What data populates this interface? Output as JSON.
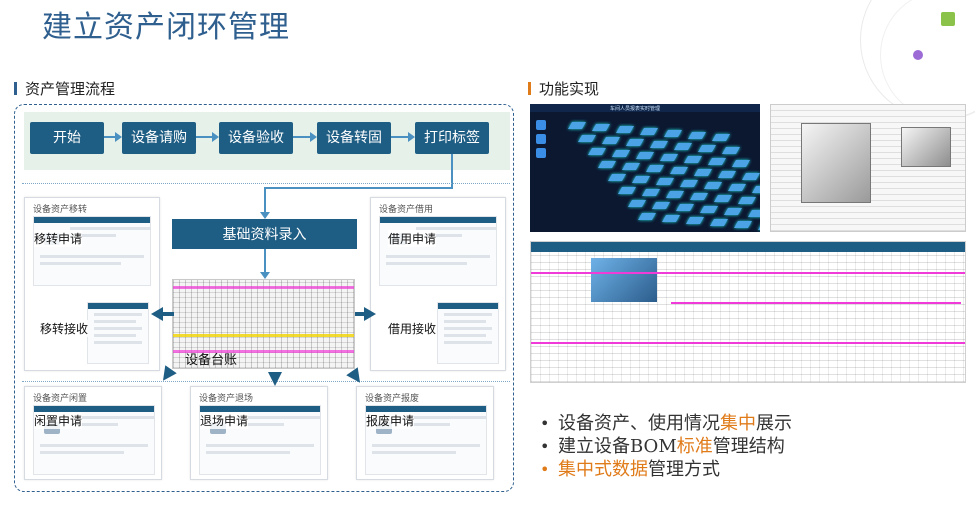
{
  "page": {
    "title": "建立资产闭环管理"
  },
  "left_section": {
    "heading": "资产管理流程",
    "steps": [
      "开始",
      "设备请购",
      "设备验收",
      "设备转固",
      "打印标签"
    ],
    "base_entry": "基础资料录入",
    "ledger_label": "设备台账",
    "cards": {
      "transfer": {
        "title": "设备资产移转",
        "apply": "移转申请",
        "receive": "移转接收"
      },
      "borrow": {
        "title": "设备资产借用",
        "apply": "借用申请",
        "receive": "借用接收"
      },
      "idle": {
        "title": "设备资产闲置",
        "apply": "闲置申请"
      },
      "return": {
        "title": "设备资产退场",
        "apply": "退场申请"
      },
      "scrap": {
        "title": "设备资产报废",
        "apply": "报废申请"
      }
    }
  },
  "right_section": {
    "heading": "功能实现",
    "dashboard_title": "车间人员报表实时管理",
    "bullets": [
      {
        "pre": "设备资产、使用情况",
        "hl": "集中",
        "post": "展示"
      },
      {
        "pre": "建立设备BOM",
        "hl": "标准",
        "post": "管理结构"
      },
      {
        "pre": "",
        "hl": "集中式数据",
        "post": "管理方式"
      }
    ]
  },
  "colors": {
    "primary": "#1f5e84",
    "accent": "#e07b1a",
    "flow_band": "#e6f1e9"
  }
}
